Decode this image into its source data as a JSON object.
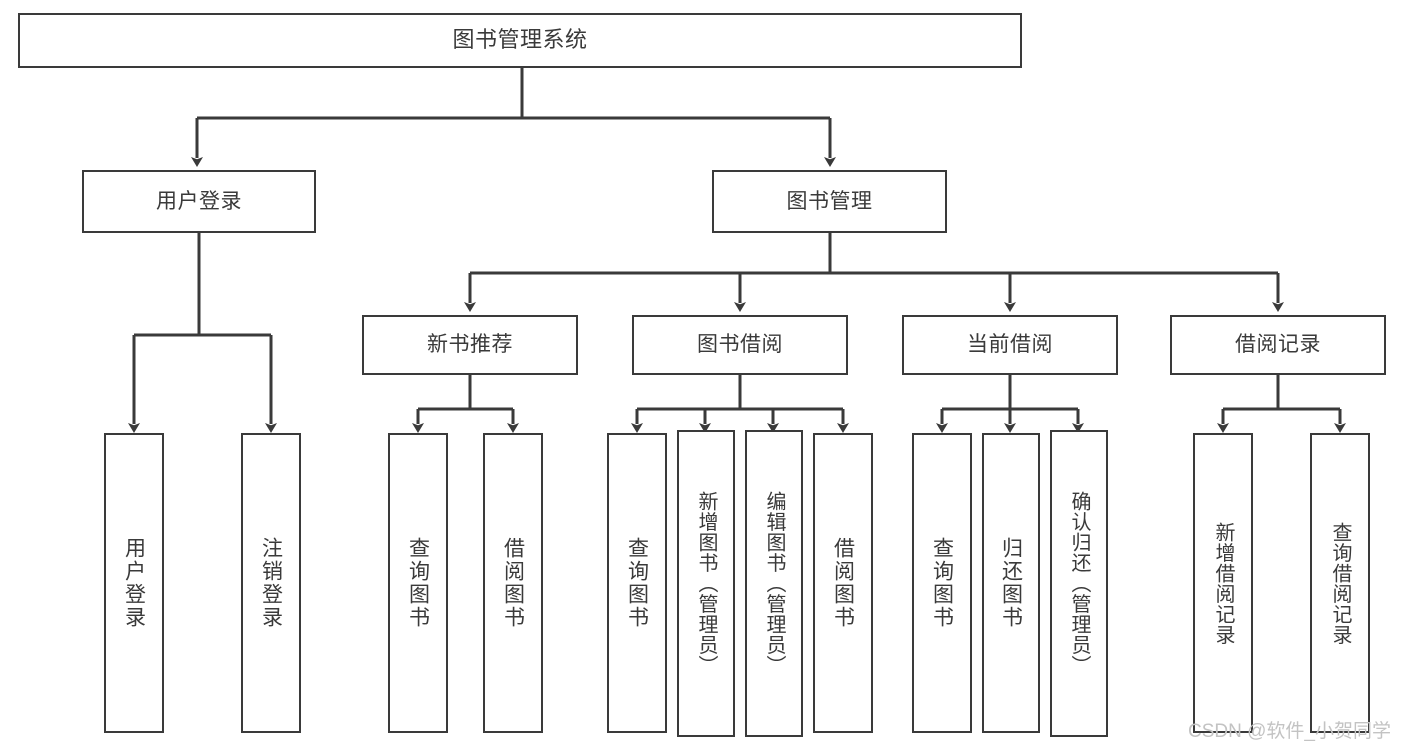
{
  "diagram": {
    "type": "tree",
    "title": "图书管理系统",
    "root": {
      "label": "图书管理系统"
    },
    "level2": [
      {
        "label": "用户登录"
      },
      {
        "label": "图书管理"
      }
    ],
    "level3": [
      {
        "label": "新书推荐"
      },
      {
        "label": "图书借阅"
      },
      {
        "label": "当前借阅"
      },
      {
        "label": "借阅记录"
      }
    ],
    "leaves": {
      "user_login": [
        {
          "label": "用户登录"
        },
        {
          "label": "注销登录"
        }
      ],
      "new_book_recommend": [
        {
          "label": "查询图书"
        },
        {
          "label": "借阅图书"
        }
      ],
      "book_borrow": [
        {
          "label": "查询图书"
        },
        {
          "label": "新增图书（管理员）"
        },
        {
          "label": "编辑图书（管理员）"
        },
        {
          "label": "借阅图书"
        }
      ],
      "current_borrow": [
        {
          "label": "查询图书"
        },
        {
          "label": "归还图书"
        },
        {
          "label": "确认归还（管理员）"
        }
      ],
      "borrow_record": [
        {
          "label": "新增借阅记录"
        },
        {
          "label": "查询借阅记录"
        }
      ]
    }
  },
  "watermark": {
    "text": "CSDN @软件_小贺同学"
  },
  "colors": {
    "stroke": "#3a3a3a",
    "background": "#ffffff",
    "text": "#3a3a3a",
    "watermark": "#c3c3c3"
  }
}
